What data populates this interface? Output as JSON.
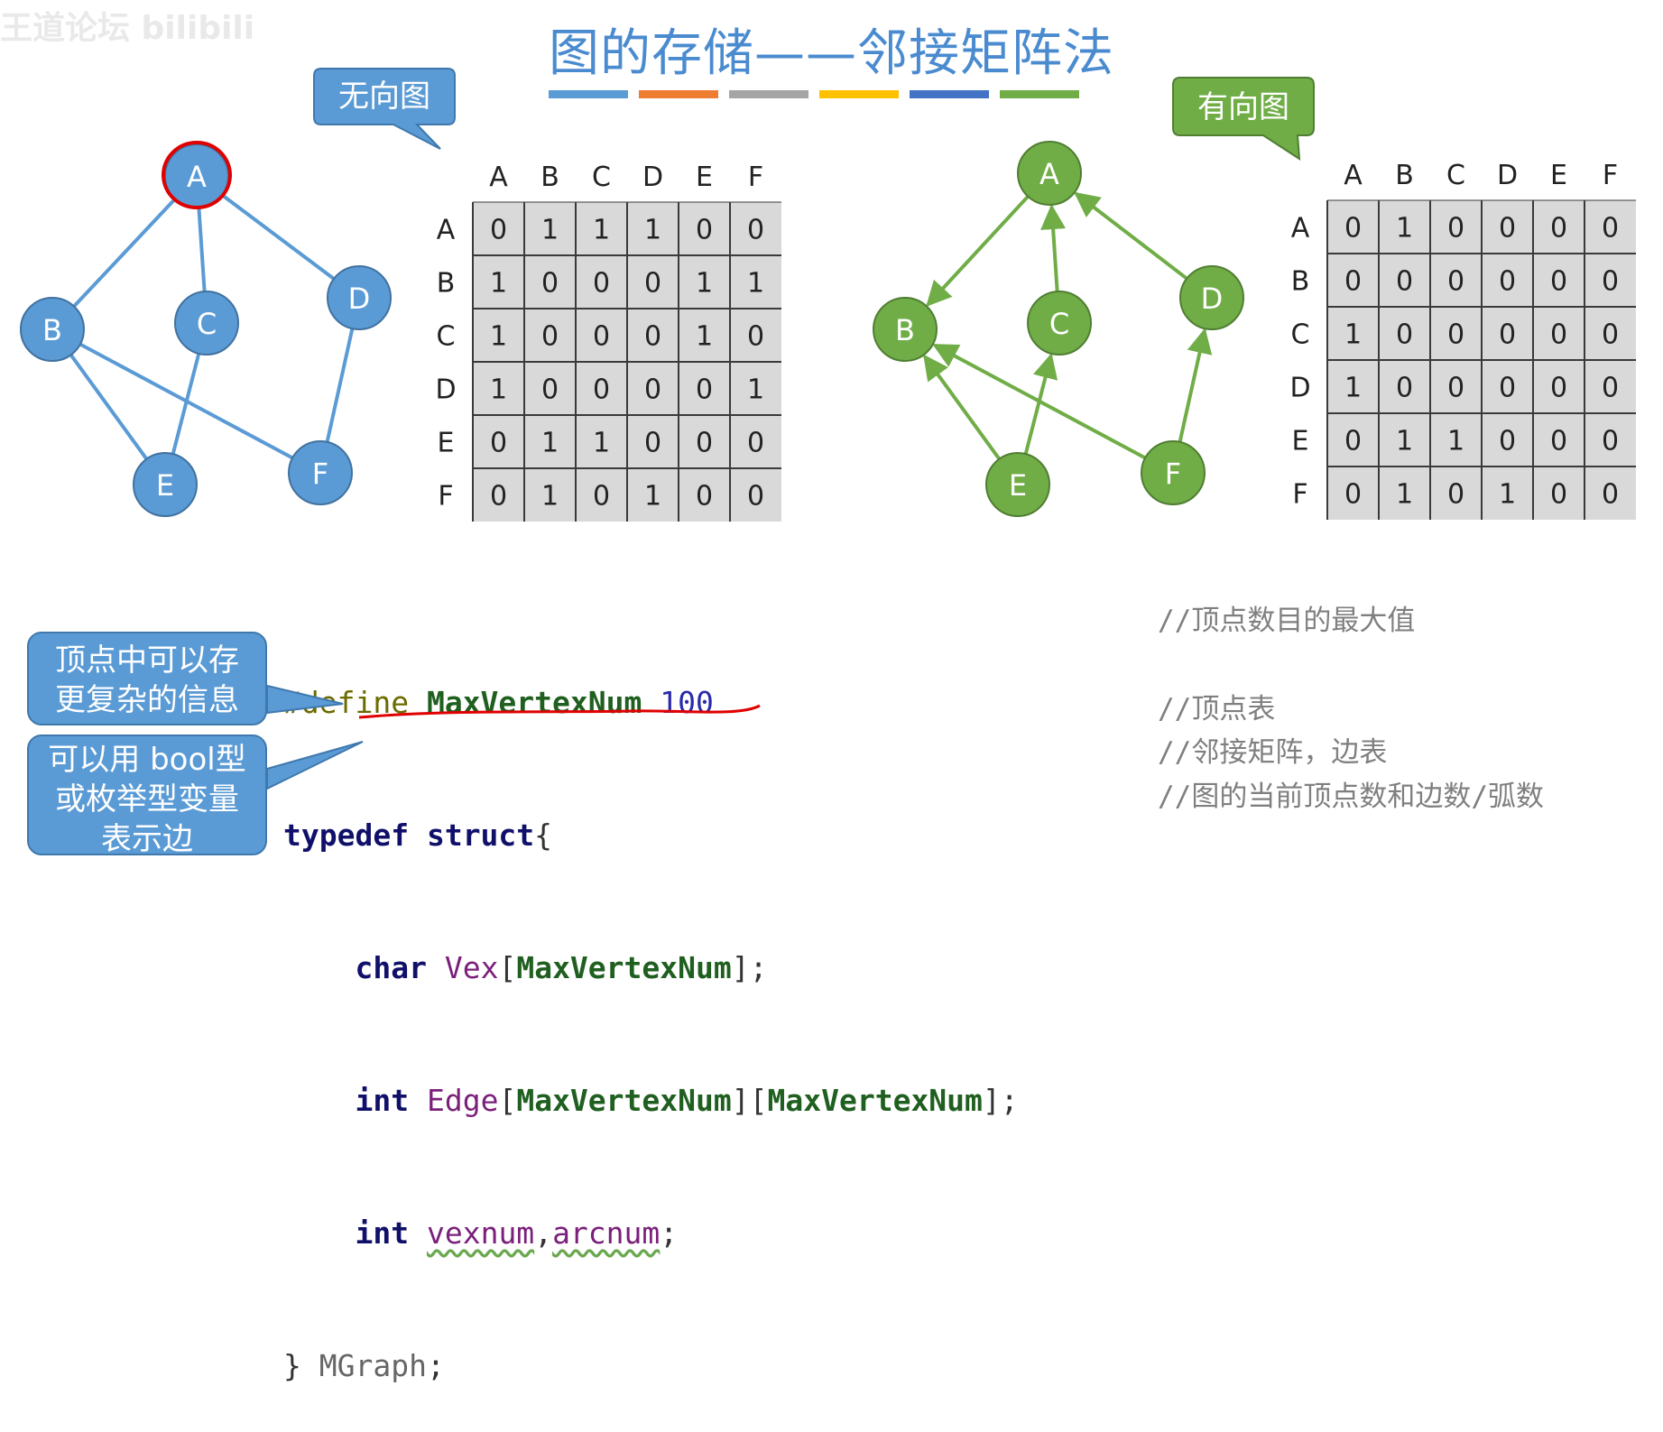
{
  "watermark": "王道论坛 bilibili",
  "title": "图的存储——邻接矩阵法",
  "title_bar_colors": [
    "#5b9bd5",
    "#ed7d31",
    "#a5a5a5",
    "#ffc000",
    "#4472c4",
    "#70ad47"
  ],
  "undirected": {
    "callout": "无向图",
    "color": "#5b9bd5",
    "stroke": "#41729f",
    "highlight": "#e00000",
    "nodes": [
      "A",
      "B",
      "C",
      "D",
      "E",
      "F"
    ],
    "edges": [
      [
        "A",
        "B"
      ],
      [
        "A",
        "C"
      ],
      [
        "A",
        "D"
      ],
      [
        "B",
        "E"
      ],
      [
        "B",
        "F"
      ],
      [
        "C",
        "E"
      ],
      [
        "D",
        "F"
      ]
    ],
    "matrix": {
      "col_headers": [
        "A",
        "B",
        "C",
        "D",
        "E",
        "F"
      ],
      "row_headers": [
        "A",
        "B",
        "C",
        "D",
        "E",
        "F"
      ],
      "rows": [
        [
          "0",
          "1",
          "1",
          "1",
          "0",
          "0"
        ],
        [
          "1",
          "0",
          "0",
          "0",
          "1",
          "1"
        ],
        [
          "1",
          "0",
          "0",
          "0",
          "1",
          "0"
        ],
        [
          "1",
          "0",
          "0",
          "0",
          "0",
          "1"
        ],
        [
          "0",
          "1",
          "1",
          "0",
          "0",
          "0"
        ],
        [
          "0",
          "1",
          "0",
          "1",
          "0",
          "0"
        ]
      ]
    }
  },
  "directed": {
    "callout": "有向图",
    "color": "#70ad47",
    "stroke": "#507e32",
    "nodes": [
      "A",
      "B",
      "C",
      "D",
      "E",
      "F"
    ],
    "arcs": [
      [
        "A",
        "B"
      ],
      [
        "C",
        "A"
      ],
      [
        "D",
        "A"
      ],
      [
        "E",
        "B"
      ],
      [
        "E",
        "C"
      ],
      [
        "F",
        "B"
      ],
      [
        "F",
        "D"
      ]
    ],
    "matrix": {
      "col_headers": [
        "A",
        "B",
        "C",
        "D",
        "E",
        "F"
      ],
      "row_headers": [
        "A",
        "B",
        "C",
        "D",
        "E",
        "F"
      ],
      "rows": [
        [
          "0",
          "1",
          "0",
          "0",
          "0",
          "0"
        ],
        [
          "0",
          "0",
          "0",
          "0",
          "0",
          "0"
        ],
        [
          "1",
          "0",
          "0",
          "0",
          "0",
          "0"
        ],
        [
          "1",
          "0",
          "0",
          "0",
          "0",
          "0"
        ],
        [
          "0",
          "1",
          "1",
          "0",
          "0",
          "0"
        ],
        [
          "0",
          "1",
          "0",
          "1",
          "0",
          "0"
        ]
      ]
    }
  },
  "code": {
    "line1": {
      "directive": "#define",
      "name": "MaxVertexNum",
      "value": "100"
    },
    "line2": {
      "kw": "typedef",
      "kw2": "struct",
      "brace": "{"
    },
    "line3": {
      "type": "char",
      "name": "Vex",
      "open": "[",
      "size": "MaxVertexNum",
      "close": "];"
    },
    "line4": {
      "type": "int",
      "name": "Edge",
      "open1": "[",
      "size1": "MaxVertexNum",
      "mid": "][",
      "size2": "MaxVertexNum",
      "close": "];"
    },
    "line5": {
      "type": "int",
      "v1": "vexnum",
      "comma": ",",
      "v2": "arcnum",
      "semi": ";"
    },
    "line6": {
      "brace": "}",
      "name": "MGraph",
      "semi": ";"
    }
  },
  "comments": {
    "line1": "//顶点数目的最大值",
    "line3": "//顶点表",
    "line4": "//邻接矩阵，边表",
    "line5": "//图的当前顶点数和边数/弧数"
  },
  "notes": {
    "vertex_info": [
      "顶点中可以存",
      "更复杂的信息"
    ],
    "edge_type": [
      "可以用 bool型",
      "或枚举型变量",
      "表示边"
    ]
  }
}
